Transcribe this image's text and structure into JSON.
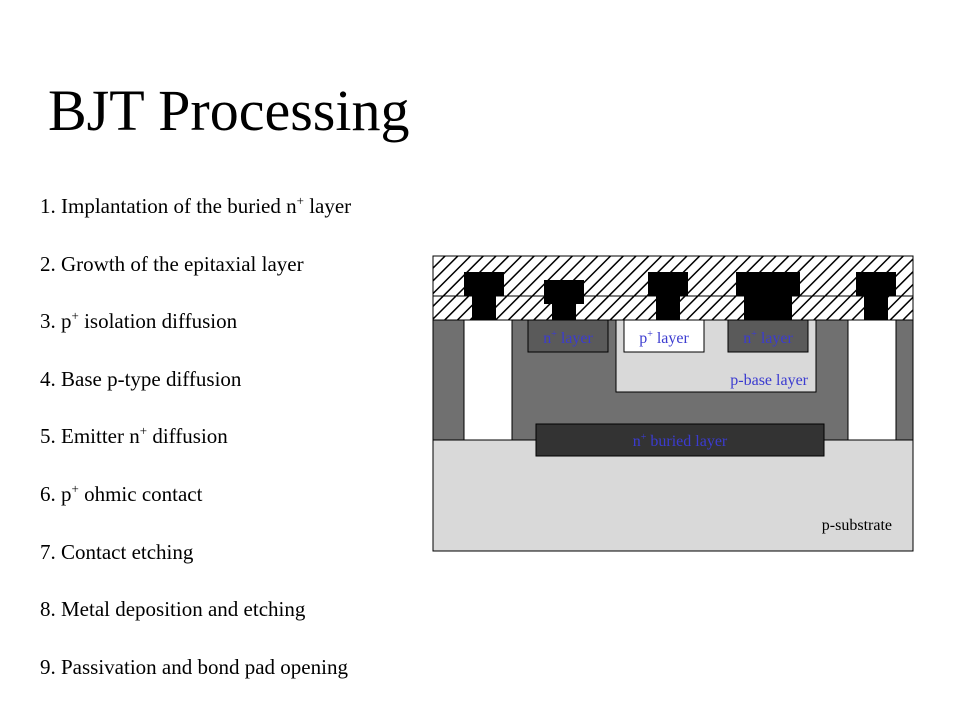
{
  "slide": {
    "title": "BJT Processing",
    "steps": [
      {
        "text": "1. Implantation of the buried n",
        "sup": "+",
        "after": " layer"
      },
      {
        "text": "2. Growth of the epitaxial layer",
        "sup": "",
        "after": ""
      },
      {
        "text": "3. p",
        "sup": "+",
        "after": " isolation diffusion"
      },
      {
        "text": "4. Base p-type diffusion",
        "sup": "",
        "after": ""
      },
      {
        "text": "5. Emitter n",
        "sup": "+",
        "after": " diffusion"
      },
      {
        "text": "6. p",
        "sup": "+",
        "after": " ohmic contact"
      },
      {
        "text": "7. Contact etching",
        "sup": "",
        "after": ""
      },
      {
        "text": "8. Metal deposition and etching",
        "sup": "",
        "after": ""
      },
      {
        "text": "9. Passivation and bond pad opening",
        "sup": "",
        "after": ""
      }
    ]
  },
  "diagram": {
    "labels": {
      "n_left": {
        "base": "n",
        "sup": "+",
        "rest": " layer"
      },
      "p_plus": {
        "base": "p",
        "sup": "+",
        "rest": " layer"
      },
      "n_right": {
        "base": "n",
        "sup": "+",
        "rest": " layer"
      },
      "p_base": "p-base layer",
      "buried": {
        "base": "n",
        "sup": "+",
        "rest": " buried layer"
      },
      "substrate": "p-substrate"
    },
    "colors": {
      "substrate": "#d9d9d9",
      "epitaxial": "#707070",
      "isolation": "#ffffff",
      "p_base": "#d9d9d9",
      "n_layer": "#5a5a5a",
      "buried": "#333333",
      "metal": "#000000",
      "label_blue": "#3b3bd0",
      "label_dark": "#000000"
    }
  }
}
